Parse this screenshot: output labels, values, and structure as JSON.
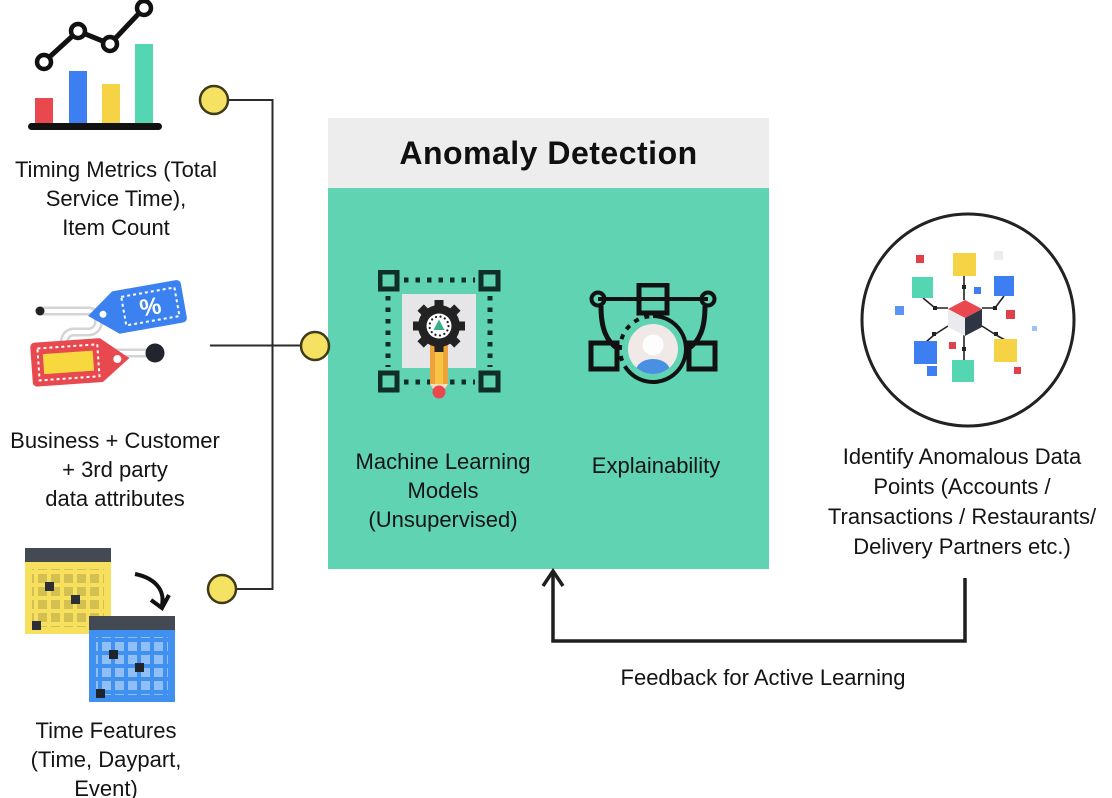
{
  "palette": {
    "teal_box": "#5fd3b2",
    "header_gray": "#ededed",
    "connector_yellow": "#f5e263",
    "connector_yellow_stroke": "#3f3a1a",
    "red": "#e8484e",
    "blue": "#3d7ef2",
    "yellow": "#f6d344",
    "mint": "#55d6b3",
    "ink": "#141414"
  },
  "inputs": [
    {
      "id": "timing-metrics",
      "icon": "bar-chart-icon",
      "lines": [
        "Timing Metrics (Total",
        "Service Time),",
        "Item Count"
      ]
    },
    {
      "id": "data-attributes",
      "icon": "price-tags-icon",
      "lines": [
        "Business + Customer",
        "+ 3rd party",
        "data attributes"
      ]
    },
    {
      "id": "time-features",
      "icon": "calendars-icon",
      "lines": [
        "Time Features",
        "(Time, Daypart,",
        "Event)"
      ]
    }
  ],
  "process": {
    "title": "Anomaly Detection",
    "items": [
      {
        "id": "ml-models",
        "icon": "ml-models-icon",
        "lines": [
          "Machine Learning",
          "Models",
          "(Unsupervised)"
        ]
      },
      {
        "id": "explainability",
        "icon": "explainability-icon",
        "lines": [
          "Explainability"
        ]
      }
    ]
  },
  "output": {
    "id": "anomalous-data",
    "icon": "anomalous-data-icon",
    "lines": [
      "Identify Anomalous Data",
      "Points (Accounts /",
      "Transactions / Restaurants/",
      "Delivery Partners etc.)"
    ]
  },
  "feedback_label": "Feedback for Active Learning",
  "tag_percent": "%"
}
